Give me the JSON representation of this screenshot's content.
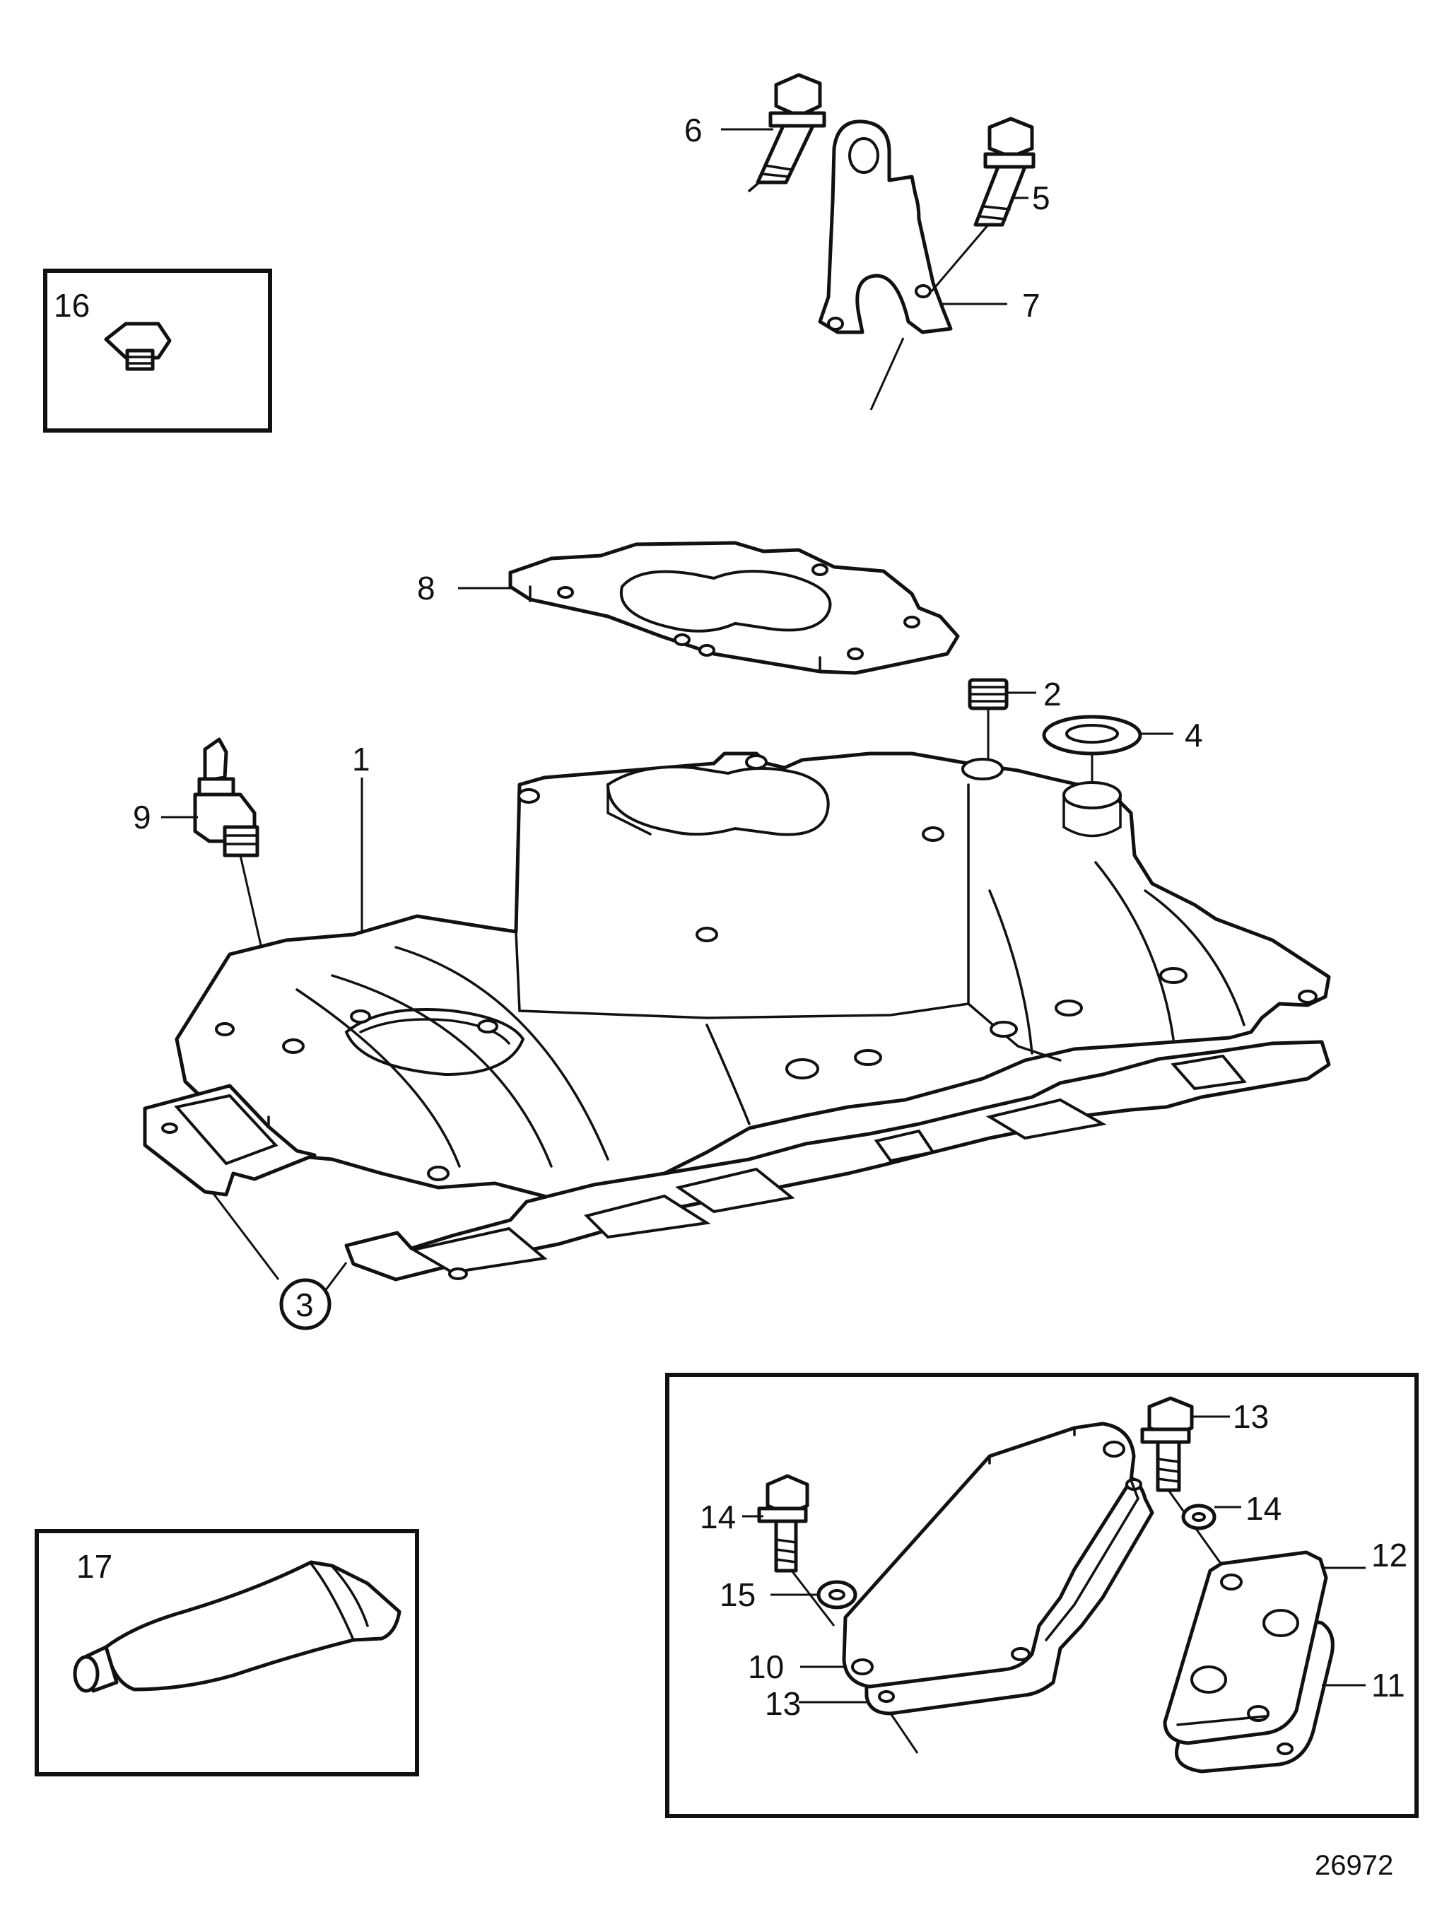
{
  "labels": {
    "p1": "1",
    "p2": "2",
    "p3": "3",
    "p4": "4",
    "p5": "5",
    "p6": "6",
    "p7": "7",
    "p8": "8",
    "p9": "9",
    "p10": "10",
    "p11": "11",
    "p12": "12",
    "p13a": "13",
    "p13b": "13",
    "p14a": "14",
    "p14b": "14",
    "p15": "15",
    "p16": "16",
    "p17": "17"
  },
  "figure_number": "26972",
  "colors": {
    "ink": "#111111",
    "paper": "#ffffff"
  }
}
